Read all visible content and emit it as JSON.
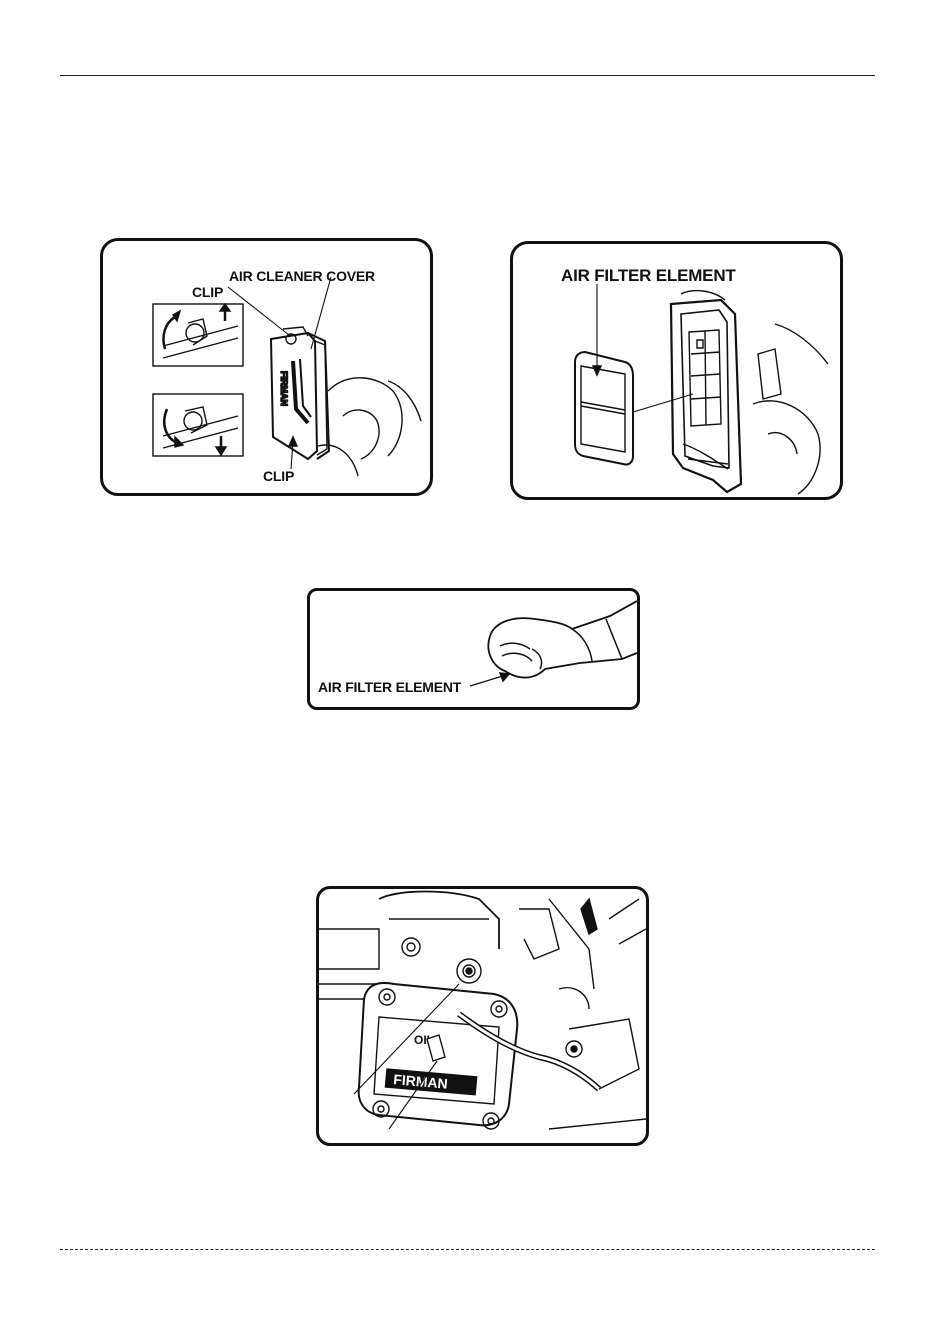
{
  "figure_clips": {
    "air_cleaner_cover_label": "AIR CLEANER COVER",
    "clip_top_label": "CLIP",
    "clip_bottom_label": "CLIP"
  },
  "figure_filter": {
    "air_filter_element_label": "AIR FILTER ELEMENT"
  },
  "figure_squeeze": {
    "air_filter_element_label": "AIR FILTER ELEMENT"
  },
  "figure_engine": {
    "brand_text": "FIRMAN",
    "cap_text": "OIL"
  }
}
